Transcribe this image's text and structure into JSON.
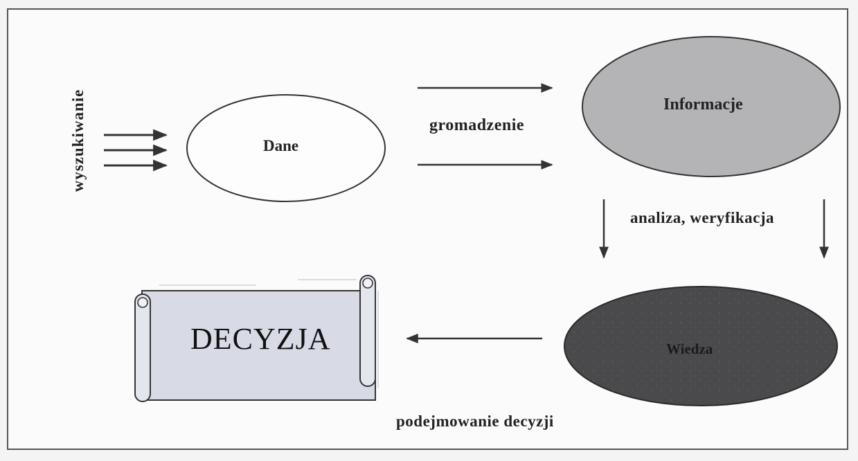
{
  "diagram": {
    "search_label": "wyszukiwanie",
    "data_node": "Dane",
    "collect_label": "gromadzenie",
    "information_node": "Informacje",
    "analysis_label": "analiza, weryfikacja",
    "knowledge_node": "Wiedza",
    "decision_label": "podejmowanie decyzji",
    "decision_node": "DECYZJA"
  },
  "colors": {
    "frame": "#555555",
    "information_fill": "#b4b4b6",
    "knowledge_fill": "#4a4a4c",
    "scroll_fill": "#d8dbe6",
    "stroke": "#333333"
  }
}
